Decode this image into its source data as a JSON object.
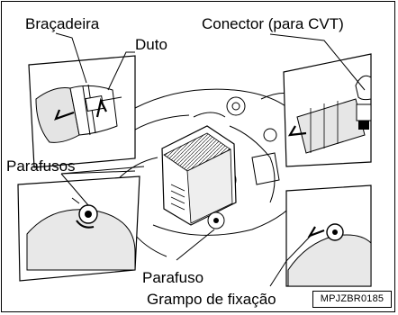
{
  "labels": {
    "bracadeira": "Braçadeira",
    "duto": "Duto",
    "conector": "Conector (para CVT)",
    "parafusos": "Parafusos",
    "parafuso": "Parafuso",
    "grampo": "Grampo de fixação"
  },
  "figure_code": "MPJZBR0185",
  "colors": {
    "line": "#000000",
    "detail_bg": "#ffffff",
    "shade": "#d8d8d8"
  }
}
